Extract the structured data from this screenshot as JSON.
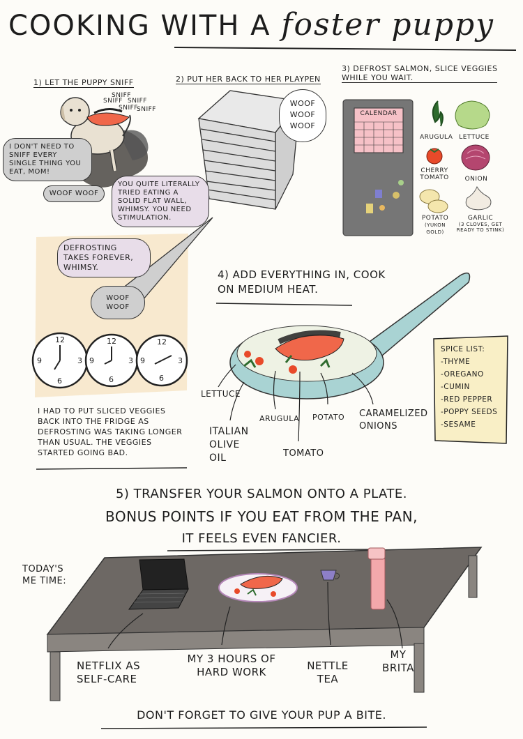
{
  "title": {
    "main": "COOKING WITH A",
    "script": "foster puppy"
  },
  "step1": {
    "label": "1) LET THE PUPPY SNIFF",
    "sniffs": [
      "SNIFF",
      "SNIFF",
      "SNIFF",
      "SNIFF",
      "SNIFF"
    ],
    "bubble_human": "I DON'T NEED TO SNIFF EVERY SINGLE THING YOU EAT, MOM!",
    "bubble_woof": "WOOF WOOF",
    "bubble_reply": "YOU QUITE LITERALLY TRIED EATING A SOLID FLAT WALL, WHIMSY. YOU NEED STIMULATION."
  },
  "step2": {
    "label": "2) PUT HER BACK TO HER PLAYPEN",
    "bubble": [
      "WOOF",
      "WOOF",
      "WOOF"
    ]
  },
  "step3": {
    "label_line1": "3) DEFROST SALMON, SLICE VEGGIES",
    "label_line2": "WHILE YOU WAIT.",
    "calendar": "CALENDAR",
    "veggies": {
      "arugula": "ARUGULA",
      "lettuce": "LETTUCE",
      "cherry_tomato": "CHERRY TOMATO",
      "onion": "ONION",
      "potato": "POTATO",
      "potato_note": "(YUKON GOLD)",
      "garlic": "GARLIC",
      "garlic_note": "(3 CLOVES, GET READY TO STINK)"
    }
  },
  "defrost": {
    "bubble": "DEFROSTING TAKES FOREVER, WHIMSY.",
    "woof": "WOOF WOOF",
    "note": "I HAD TO PUT SLICED VEGGIES BACK INTO THE FRIDGE AS DEFROSTING WAS TAKING LONGER THAN USUAL. THE VEGGIES STARTED GOING BAD.",
    "clock_numbers": [
      "12",
      "3",
      "6",
      "9"
    ]
  },
  "step4": {
    "label_line1": "4) ADD EVERYTHING IN, COOK",
    "label_line2": "ON MEDIUM HEAT.",
    "labels": {
      "lettuce": "LETTUCE",
      "olive_oil": "ITALIAN OLIVE OIL",
      "arugula": "ARUGULA",
      "potato": "POTATO",
      "tomato": "TOMATO",
      "onions": "CARAMELIZED ONIONS"
    },
    "spice_list": {
      "heading": "SPICE LIST:",
      "items": [
        "THYME",
        "OREGANO",
        "CUMIN",
        "RED PEPPER",
        "POPPY SEEDS",
        "SESAME"
      ]
    }
  },
  "step5": {
    "line1": "5) TRANSFER YOUR SALMON ONTO A PLATE.",
    "line2": "BONUS POINTS IF YOU EAT FROM THE PAN,",
    "line3": "IT FEELS EVEN FANCIER.",
    "todays": "TODAY'S ME TIME:",
    "labels": {
      "netflix": "NETFLIX AS SELF-CARE",
      "work": "MY 3 HOURS OF HARD WORK",
      "tea": "NETTLE TEA",
      "brita": "MY BRITA"
    },
    "footer": "DON'T FORGET TO GIVE YOUR PUP A BITE."
  },
  "colors": {
    "salmon": "#f0674a",
    "pan": "#a9d3d3",
    "bubble_grey": "#cfcfcf",
    "bubble_lilac": "#e8dde9",
    "fridge": "#767676",
    "calendar": "#f6c1c7",
    "spice_bg": "#f9efc6",
    "table": "#6d6864",
    "brita": "#f3a8ab",
    "peach_bg": "#f6e3c1"
  }
}
